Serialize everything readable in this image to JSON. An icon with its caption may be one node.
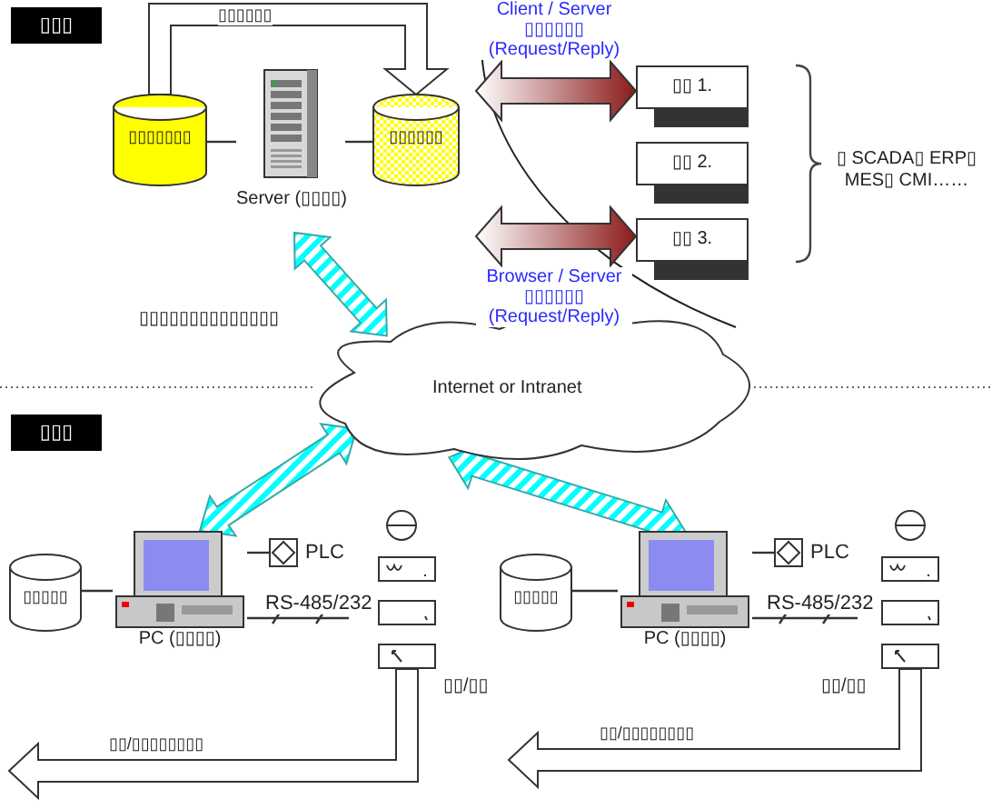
{
  "diagram": {
    "nodes": [
      {
        "text": [
          "▯▯▯"
        ]
      },
      {
        "text": [
          "▯▯▯▯▯▯▯"
        ]
      },
      {
        "text": [
          "Server (▯▯▯▯)"
        ]
      },
      {
        "text": [
          "▯▯▯▯▯▯"
        ]
      },
      {
        "text": [
          "▯▯ 1."
        ]
      },
      {
        "text": [
          "▯▯ 2."
        ]
      },
      {
        "text": [
          "▯▯ 3."
        ]
      },
      {
        "text": [
          "Internet or Intranet"
        ]
      },
      {
        "text": [
          "▯▯▯"
        ]
      },
      {
        "text": [
          "▯▯▯▯▯"
        ]
      },
      {
        "text": [
          "PC (▯▯▯▯)"
        ]
      },
      {
        "text": [],
        "shape": "box",
        "beside": [
          "PLC"
        ]
      },
      {
        "text": [],
        "shape": "circle"
      },
      {
        "text": [],
        "shape": "box"
      },
      {
        "text": [],
        "shape": "box"
      },
      {
        "text": [],
        "shape": "box"
      },
      {
        "text": [
          "▯▯▯▯▯"
        ]
      },
      {
        "text": [
          "PC (▯▯▯▯)"
        ]
      },
      {
        "text": [],
        "shape": "box",
        "beside": [
          "PLC"
        ]
      },
      {
        "text": [],
        "shape": "circle"
      },
      {
        "text": [],
        "shape": "box"
      },
      {
        "text": [],
        "shape": "box"
      },
      {
        "text": [],
        "shape": "box"
      }
    ],
    "edges": [
      {
        "from": 1,
        "to": 3,
        "arrow": "to",
        "label": "▯▯▯▯▯▯",
        "style": "thick",
        "color": "#ffffff"
      },
      {
        "from": 1,
        "to": 2,
        "arrow": "none"
      },
      {
        "from": 2,
        "to": 3,
        "arrow": "none"
      },
      {
        "from": null,
        "to": 4,
        "arrow": "both",
        "label": "Client / Server ▯▯▯▯▯▯ (Request/Reply)",
        "style": "thick",
        "color": "#8b1a1a"
      },
      {
        "from": null,
        "to": 6,
        "arrow": "both",
        "label": "Browser / Server ▯▯▯▯▯▯ (Request/Reply)",
        "style": "thick",
        "color": "#8b1a1a"
      },
      {
        "from": 2,
        "to": 7,
        "arrow": "both",
        "style": "thick",
        "color": "#00ffff"
      },
      {
        "from": 7,
        "to": 10,
        "arrow": "both",
        "style": "thick",
        "color": "#00ffff"
      },
      {
        "from": 7,
        "to": 17,
        "arrow": "both",
        "style": "thick",
        "color": "#00ffff"
      },
      {
        "from": 9,
        "to": 10,
        "arrow": "none"
      },
      {
        "from": 10,
        "to": 11,
        "arrow": "none"
      },
      {
        "from": 10,
        "to": null,
        "arrow": "none",
        "label": "RS-485/232"
      },
      {
        "from": 16,
        "to": 17,
        "arrow": "none"
      },
      {
        "from": 17,
        "to": 18,
        "arrow": "none"
      },
      {
        "from": 17,
        "to": null,
        "arrow": "none",
        "label": "RS-485/232"
      },
      {
        "from": 15,
        "to": null,
        "arrow": "to",
        "label": "▯▯/▯▯▯▯▯▯▯▯",
        "style": "thick",
        "color": "#ffffff"
      },
      {
        "from": 22,
        "to": null,
        "arrow": "to",
        "label": "▯▯/▯▯▯▯▯▯▯▯",
        "style": "thick",
        "color": "#ffffff"
      }
    ],
    "labels": [
      "▯ SCADA▯ ERP▯ MES▯ CMI……",
      "▯▯▯▯▯▯▯▯▯▯▯▯▯▯",
      "▯▯/▯▯",
      "▯▯/▯▯"
    ]
  }
}
